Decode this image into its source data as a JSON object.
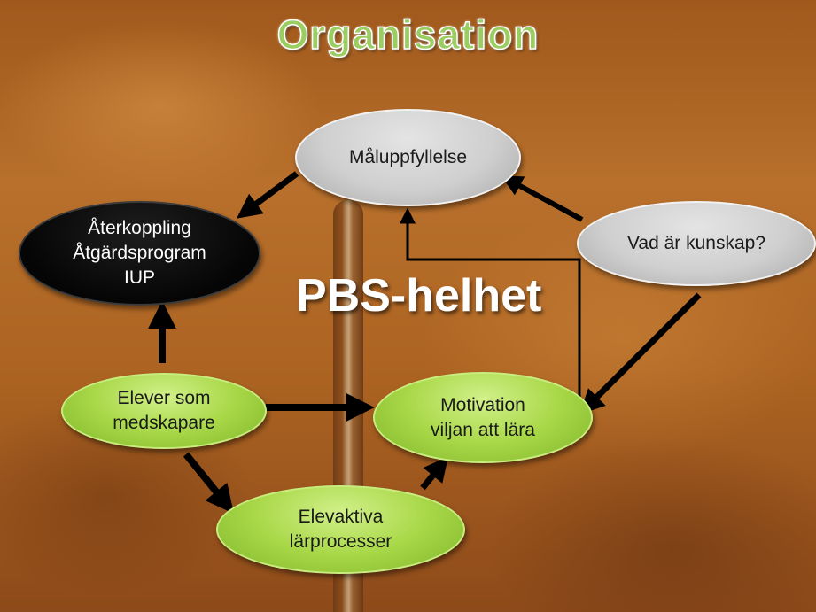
{
  "title": "Organisation",
  "center_label": "PBS-helhet",
  "nodes": {
    "maluppfyllelse": {
      "lines": [
        "Måluppfyllelse"
      ]
    },
    "aterkoppling": {
      "lines": [
        "Återkoppling",
        "Åtgärdsprogram",
        "IUP"
      ]
    },
    "vad_ar_kunskap": {
      "lines": [
        "Vad är kunskap?"
      ]
    },
    "elever": {
      "lines": [
        "Elever som",
        "medskapare"
      ]
    },
    "motivation": {
      "lines": [
        "Motivation",
        "viljan att lära"
      ]
    },
    "elevaktiva": {
      "lines": [
        "Elevaktiva",
        "lärprocesser"
      ]
    }
  },
  "colors": {
    "title_green": "#9acd62",
    "gray_node": "#cfcfcf",
    "black_node": "#050505",
    "green_node": "#a8d848",
    "arrow": "#000000"
  },
  "edges": [
    {
      "from": "Måluppfyllelse",
      "to": "Återkoppling"
    },
    {
      "from": "Vad är kunskap?",
      "to": "Måluppfyllelse"
    },
    {
      "from": "Vad är kunskap?",
      "to": "Motivation"
    },
    {
      "from": "Motivation",
      "to": "Måluppfyllelse"
    },
    {
      "from": "Elever som medskapare",
      "to": "Återkoppling"
    },
    {
      "from": "Elever som medskapare",
      "to": "Motivation"
    },
    {
      "from": "Elever som medskapare",
      "to": "Elevaktiva lärprocesser"
    },
    {
      "from": "Elevaktiva lärprocesser",
      "to": "Motivation"
    }
  ]
}
